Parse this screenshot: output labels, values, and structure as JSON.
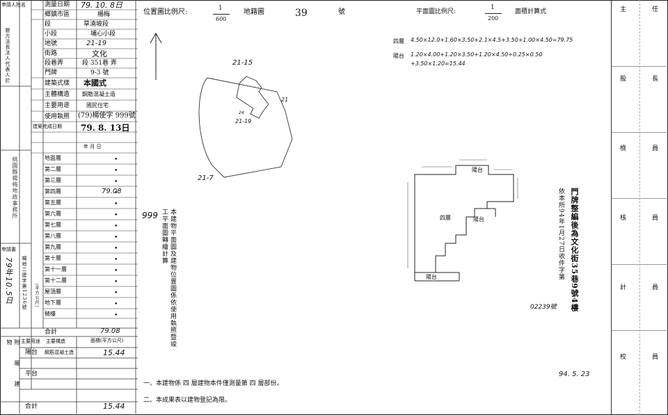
{
  "left_table": {
    "applicant_label": "申請人姓名",
    "applicant_note": "懸方法長法人代表人於",
    "survey_date_label": "測量日期",
    "survey_date_value": "79. 10. 8日",
    "township_label": "鄉鎮市區",
    "township_value": "楊梅",
    "section_label": "段",
    "section_value": "草湳坡段",
    "subsection_label": "小段",
    "subsection_value": "埔心小段",
    "lot_label": "地號",
    "lot_value": "21-19",
    "street_label": "街路",
    "street_value": "文化",
    "lane_label": "段巷弄",
    "lane_value": "段 351巷 弄",
    "door_label": "門牌",
    "door_value": "9-3 號",
    "bldg_type_label": "建築式樣",
    "bldg_type_value": "本國式",
    "structure_label": "主體構造",
    "structure_value": "鋼筋混凝土造",
    "usage_label": "主要用途",
    "usage_value": "國民住宅",
    "license_label": "使用執照",
    "license_value": "(79)楊使字 999號",
    "completion_label": "建築完成日期",
    "completion_value": "79. 8. 13日",
    "ymd": "年 月 日",
    "floors": [
      "地面層",
      "第二層",
      "第三層",
      "第四層",
      "第五層",
      "第六層",
      "第七層",
      "第八層",
      "第九層",
      "第十層",
      "第十一層",
      "第十二層",
      "屋頂層",
      "地下層",
      "騎樓"
    ],
    "fourth_floor_area": "79.08",
    "total_label": "合計",
    "total_value": "79.08",
    "side_note_vertical": "桃園縣楊梅地政事務所",
    "apply_no_label": "申請書",
    "apply_no_value": "79年10.5日",
    "apply_no_sub": "楊地二建字第1236號",
    "area_unit": "(平方公尺)",
    "attached_label": "附屬建物",
    "attached_usage_header": "主要用途",
    "attached_struct_header": "主要構造",
    "attached_area_header": "面積(平方公尺)",
    "balcony_label": "陽台",
    "balcony_struct": "鋼筋混凝土造",
    "balcony_area": "15.44",
    "platform_label": "平台",
    "attached_total_label": "合計",
    "attached_total_value": "15.44"
  },
  "header": {
    "location_scale_label": "位置圖比例尺:",
    "location_scale_num": "1",
    "location_scale_den": "600",
    "map_sheet_label": "地籍圖",
    "map_sheet_no": "39",
    "map_sheet_suffix": "號",
    "plan_scale_label": "平面圖比例尺:",
    "plan_scale_num": "1",
    "plan_scale_den": "200",
    "area_calc_label": "面積計算式"
  },
  "area_calc": {
    "line1_label": "四層",
    "line1": "4.50×12.0+1.60×3.50+2.1×4.5+3.50+1.00×4.50=79.75",
    "line2_label": "陽台",
    "line2": "1.20×4.00+1.20×3.50+1.20×4.50+0.25×0.50",
    "line3": "+3.50×1.20=15.44"
  },
  "location_map": {
    "parcel_top": "21-15",
    "parcel_main": "21-19",
    "parcel_bottom": "21-7",
    "parcel_right": "21",
    "parcel_small": "24"
  },
  "floor_plan": {
    "label_balcony_top": "陽台",
    "label_floor": "四層",
    "label_balcony_mid": "陽台",
    "label_balcony_bottom": "陽台"
  },
  "stamp": {
    "text": "門牌整編後為文化街35巷9號4樓",
    "ref": "依本所94年1月27日收件字第",
    "ref_no": "02239號",
    "date": "94. 5. 23"
  },
  "mid_vertical_note": "本建物平面圖及建物位置圖係依使用執照暨竣工平面圖轉繪計算",
  "mid_license_no": "999",
  "footnotes": {
    "note1": "一、本建物係 四 層建物本件僅測量第 四 層部份。",
    "note2": "二、本成果表以建物登記為限。"
  },
  "right_col": {
    "chars": [
      "主",
      "任",
      "股",
      "長",
      "檢",
      "員",
      "核",
      "員",
      "計",
      "員",
      "校",
      "員"
    ]
  }
}
